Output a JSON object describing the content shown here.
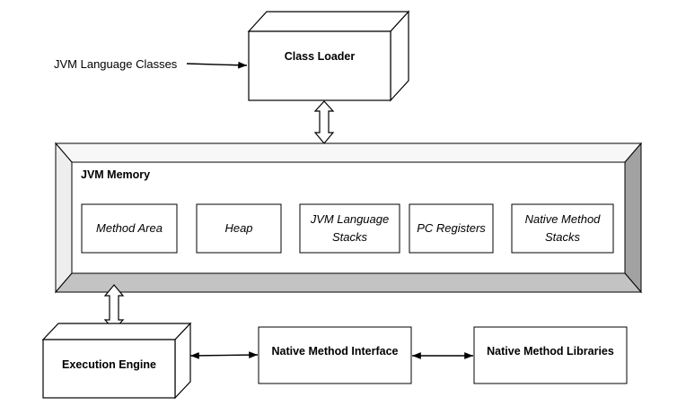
{
  "inputs": {
    "jvm_language_classes": "JVM Language Classes"
  },
  "class_loader": {
    "label": "Class Loader"
  },
  "jvm_memory": {
    "title": "JVM Memory",
    "areas": {
      "method_area": "Method Area",
      "heap": "Heap",
      "jvm_language_stacks": "JVM Language Stacks",
      "pc_registers": "PC Registers",
      "native_method_stacks": "Native Method Stacks"
    }
  },
  "execution_engine": {
    "label": "Execution Engine"
  },
  "native_method_interface": {
    "label": "Native Method Interface"
  },
  "native_method_libraries": {
    "label": "Native Method Libraries"
  }
}
